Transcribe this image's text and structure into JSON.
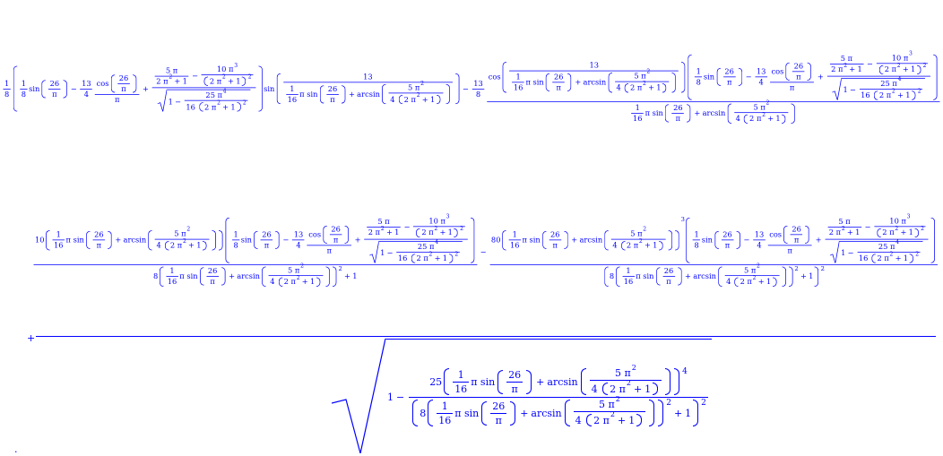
{
  "expr": {
    "one": "1",
    "eight": "8",
    "thirteen": "13",
    "four": "4",
    "five": "5",
    "ten": "10",
    "two": "2",
    "twentysix": "26",
    "twentyfive": "25",
    "sixteen": "16",
    "eighty": "80",
    "three": "3",
    "sin": "sin",
    "cos": "cos",
    "arcsin": "arcsin",
    "pi": "π",
    "plus": "+",
    "minus": "−",
    "lead_plus": "+",
    "dot": "."
  }
}
